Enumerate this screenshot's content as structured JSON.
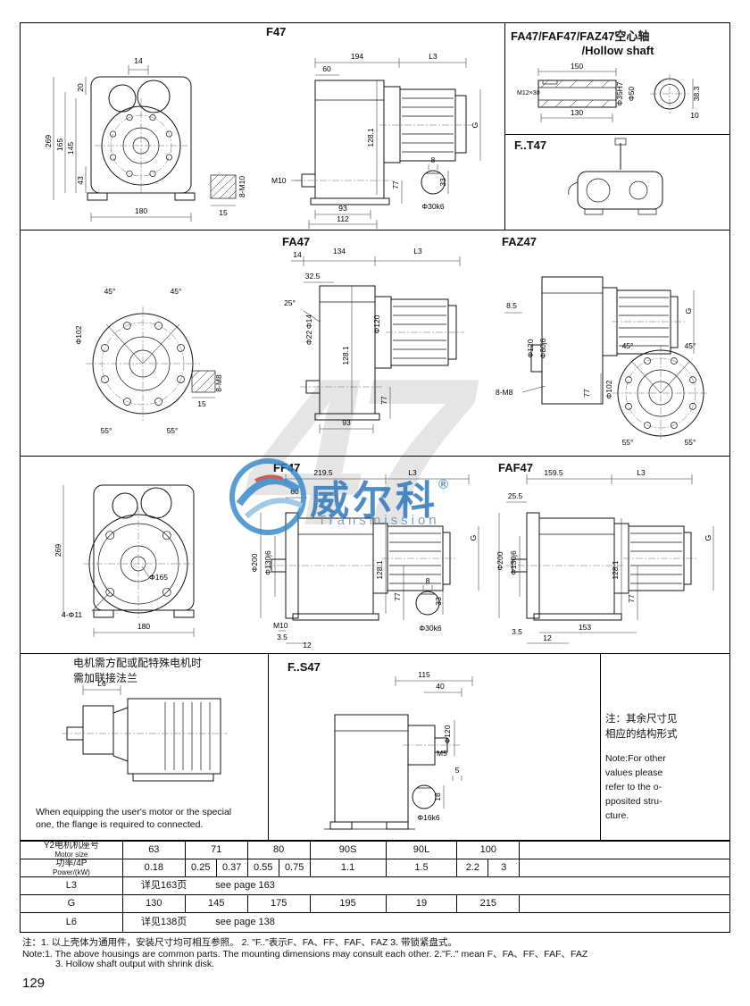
{
  "page_number": "129",
  "watermark": {
    "big": "47",
    "brand": "威尔科",
    "reg": "®",
    "sub": "Transmission"
  },
  "titles": {
    "f47": "F47",
    "hollow1": "FA47/FAF47/FAZ47空心轴",
    "hollow2": "/Hollow shaft",
    "ft47": "F..T47",
    "fa47": "FA47",
    "faz47": "FAZ47",
    "ff47": "FF47",
    "faf47": "FAF47",
    "fs47": "F..S47"
  },
  "f47": {
    "front": {
      "d14": "14",
      "d20": "20",
      "d269": "269",
      "d165": "165",
      "d145": "145",
      "d43": "43",
      "d180": "180",
      "d15": "15",
      "bolt": "8-M10"
    },
    "side": {
      "d194": "194",
      "L3": "L3",
      "d60": "60",
      "G": "G",
      "d128": "128.1",
      "m10": "M10",
      "d77": "77",
      "d93": "93",
      "d112": "112"
    },
    "shaft": {
      "d8": "8",
      "d33": "33",
      "dia": "Φ30k6"
    }
  },
  "hollow": {
    "d150": "150",
    "m12": "M12×30",
    "d130": "130",
    "d35": "Φ35H7",
    "d50": "Φ50",
    "d383": "38.3",
    "d10": "10"
  },
  "fa47": {
    "flange": {
      "a1": "45°",
      "a2": "45°",
      "dia": "Φ102",
      "a3": "55°",
      "a4": "55°",
      "d15": "15",
      "bolt": "8-M8"
    },
    "side": {
      "d14": "14",
      "d134": "134",
      "L3": "L3",
      "d325": "32.5",
      "a25": "25°",
      "dia14": "Φ14",
      "dia22": "Φ22",
      "dia120": "Φ120",
      "d128": "128.1",
      "d77": "77",
      "d93": "93"
    }
  },
  "faz47": {
    "side": {
      "d85": "8.5",
      "dia120": "Φ120",
      "dia80": "Φ80j6",
      "bolt": "8-M8",
      "d77": "77",
      "G": "G"
    },
    "flange": {
      "a1": "45°",
      "a2": "45°",
      "dia": "Φ102",
      "a3": "55°",
      "a4": "55°"
    }
  },
  "ff47": {
    "front": {
      "d269": "269",
      "dia165": "Φ165",
      "bolt": "4-Φ11",
      "d180": "180"
    },
    "side": {
      "d2195": "219.5",
      "d60": "60",
      "L3": "L3",
      "G": "G",
      "dia200": "Φ200",
      "dia130": "Φ130j6",
      "d128": "128.1",
      "d77": "77",
      "m10": "M10",
      "d35": "3.5",
      "d12": "12"
    },
    "shaft": {
      "d8": "8",
      "d33": "33",
      "dia": "Φ30k6"
    }
  },
  "faf47": {
    "side": {
      "d1595": "159.5",
      "L3": "L3",
      "d255": "25.5",
      "G": "G",
      "dia200": "Φ200",
      "dia130": "Φ130j6",
      "d128": "128.1",
      "d77": "77",
      "d35": "3.5",
      "d153": "153",
      "d12": "12"
    }
  },
  "flange_note": {
    "cn1": "电机需方配或配特殊电机时",
    "cn2": "需加联接法兰",
    "l6": "L6",
    "en1": "When equipping the user's motor or the special",
    "en2": "one, the flange is required to connected."
  },
  "fs47": {
    "d115": "115",
    "d40": "40",
    "dia120": "Φ120",
    "m5": "M5",
    "d5": "5",
    "d18": "18",
    "dia16": "Φ16k6"
  },
  "side_note": {
    "cn1": "注：其余尺寸见",
    "cn2": "相应的结构形式",
    "en1": "Note:For other",
    "en2": "values please",
    "en3": "refer to the o-",
    "en4": "pposited stru-",
    "en5": "cture."
  },
  "table": {
    "motor_cn": "Y2电机机座号",
    "motor_en": "Motor size",
    "motor_vals": [
      "63",
      "71",
      "80",
      "90S",
      "90L",
      "100"
    ],
    "power_cn": "功率/4P",
    "power_en": "Power/(kW)",
    "power_vals": [
      "0.18",
      "0.25",
      "0.37",
      "0.55",
      "0.75",
      "1.1",
      "1.5",
      "2.2",
      "3"
    ],
    "l3_label": "L3",
    "l3_cn": "详见163页",
    "l3_en": "see page 163",
    "g_label": "G",
    "g_vals": [
      "130",
      "145",
      "175",
      "195",
      "19",
      "215"
    ],
    "l6_label": "L6",
    "l6_cn": "详见138页",
    "l6_en": "see page 138"
  },
  "footnotes": {
    "cn": "注：1. 以上壳体为通用件，安装尺寸均可相互参照。    2. \"F..\"表示F、FA、FF、FAF、FAZ   3. 带锁紧盘式。",
    "en1": "Note:1. The above housings are common parts. The mounting dimensions may consult each other.  2.\"F..\" mean F、FA、FF、FAF、FAZ",
    "en2": "3. Hollow shaft output with shrink disk."
  }
}
